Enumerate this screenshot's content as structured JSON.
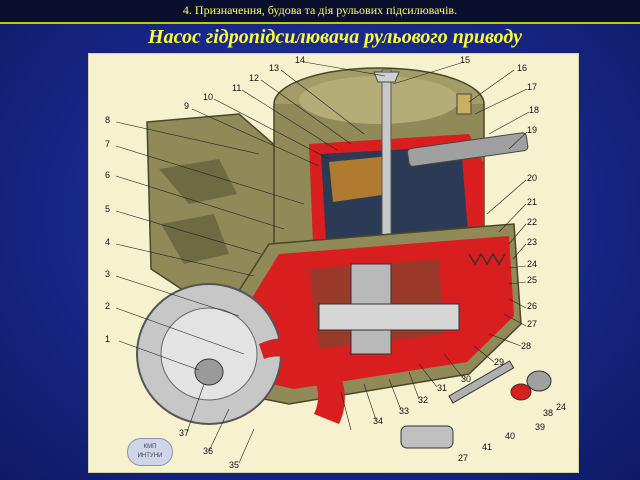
{
  "header": {
    "text": "4. Призначення, будова та дія рульових підсилювачів."
  },
  "slide": {
    "title": "Насос гідропідсилювача рульового приводу"
  },
  "callouts": [
    "1",
    "2",
    "3",
    "4",
    "5",
    "6",
    "7",
    "8",
    "9",
    "10",
    "11",
    "12",
    "13",
    "14",
    "15",
    "16",
    "17",
    "18",
    "19",
    "20",
    "21",
    "22",
    "23",
    "24",
    "25",
    "26",
    "27",
    "28",
    "29",
    "30",
    "31",
    "32",
    "33",
    "34",
    "35",
    "36",
    "37",
    "24",
    "38",
    "39",
    "40",
    "41",
    "27"
  ],
  "logo": {
    "line1": "КМП",
    "line2": "ИНТУНИ"
  },
  "colors": {
    "background": "#1a2a8f",
    "header_text": "#ffff66",
    "title_text": "#ffff33",
    "figure_bg": "#f6f2cf",
    "cutaway_red": "#d81e1e",
    "metal_olive": "#8f8a58"
  }
}
